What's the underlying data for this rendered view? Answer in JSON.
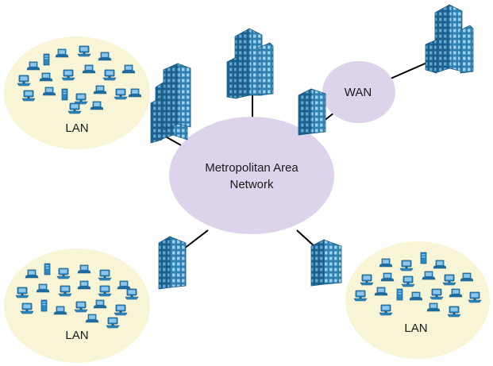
{
  "diagram": {
    "man": {
      "label_line1": "Metropolitan Area",
      "label_line2": "Network"
    },
    "wan": {
      "label": "WAN"
    },
    "lans": [
      {
        "label": "LAN"
      },
      {
        "label": "LAN"
      },
      {
        "label": "LAN"
      }
    ]
  },
  "colors": {
    "man_fill": "#ddd3ea",
    "wan_fill": "#ddd3ea",
    "lan_fill": "#f7f5d6",
    "building_front": "#2f7fb0",
    "building_side": "#1c5f8c",
    "building_window": "#a9d4ee",
    "device_blue": "#2b86c4",
    "link": "#000000"
  }
}
